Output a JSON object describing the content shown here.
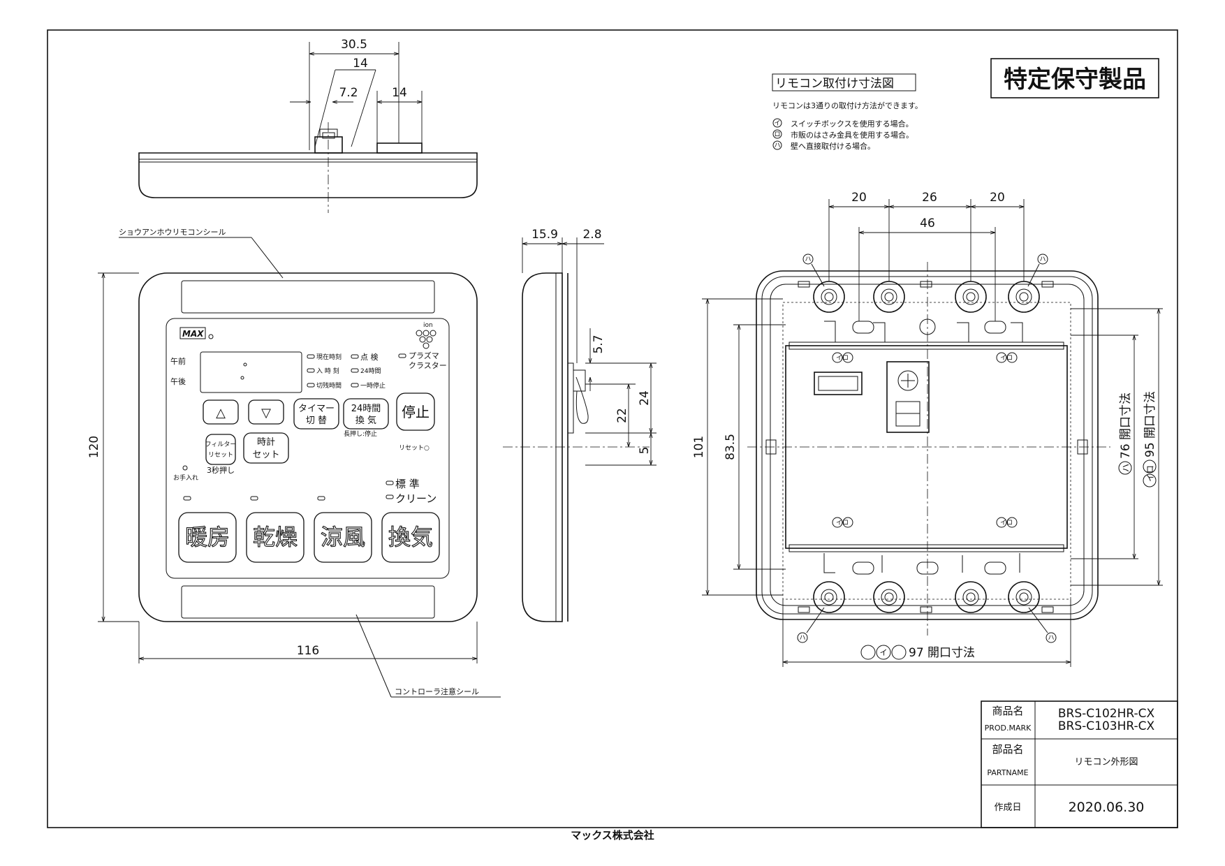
{
  "title_block": {
    "product_name_label": "商品名",
    "product_name_label_en": "PROD.MARK",
    "product_names": [
      "BRS-C102HR-CX",
      "BRS-C103HR-CX"
    ],
    "part_name_label": "部品名",
    "part_name_label_en": "PARTNAME",
    "part_name": "リモコン外形図",
    "date_label": "作成日",
    "date": "2020.06.30"
  },
  "company": "マックス株式会社",
  "stamp": "特定保守製品",
  "notes": {
    "title": "リモコン取付け寸法図",
    "intro": "リモコンは3通りの取付け方法ができます。",
    "items": [
      {
        "mark": "イ",
        "text": "スイッチボックスを使用する場合。"
      },
      {
        "mark": "ロ",
        "text": "市販のはさみ金具を使用する場合。"
      },
      {
        "mark": "ハ",
        "text": "壁へ直接取付ける場合。"
      }
    ]
  },
  "dimensions": {
    "top_view": [
      "30.5",
      "14",
      "7.2",
      "14"
    ],
    "front_width": "116",
    "front_height": "120",
    "side_view": [
      "15.9",
      "2.8",
      "5.7",
      "24",
      "22",
      "5"
    ],
    "back_top": [
      "20",
      "26",
      "20",
      "46"
    ],
    "back_left": [
      "101",
      "83.5"
    ],
    "back_right_1": "76 開口寸法",
    "back_right_2": "95 開口寸法",
    "back_bottom": "97 開口寸法"
  },
  "callouts": {
    "top_seal": "ショウアンホウリモコンシール",
    "bottom_seal": "コントローラ注意シール"
  },
  "remote": {
    "brand": "MAX",
    "ion": "ion",
    "plasma": "プラズマ",
    "cluster": "クラスター",
    "am": "午前",
    "pm": "午後",
    "indicators": [
      "現在時刻",
      "入 時 刻",
      "切残時間",
      "点 検",
      "24時間",
      "一時停止"
    ],
    "buttons": {
      "up": "△",
      "down": "▽",
      "timer_1": "タイマー",
      "timer_2": "切 替",
      "h24_1": "24時間",
      "h24_2": "換 気",
      "stop": "停止",
      "filter_1": "フィルター",
      "filter_2": "リセット",
      "clock_1": "時計",
      "clock_2": "セット",
      "heat": "暖房",
      "dry": "乾燥",
      "cool": "涼風",
      "vent": "換気"
    },
    "long_press": "長押し:停止",
    "reset_label": "リセット○",
    "three_sec": "3秒押し",
    "care": "お手入れ",
    "standard": "標 準",
    "clean": "クリーン"
  },
  "back_marks": {
    "ha": "ハ",
    "iro": "イロ"
  }
}
